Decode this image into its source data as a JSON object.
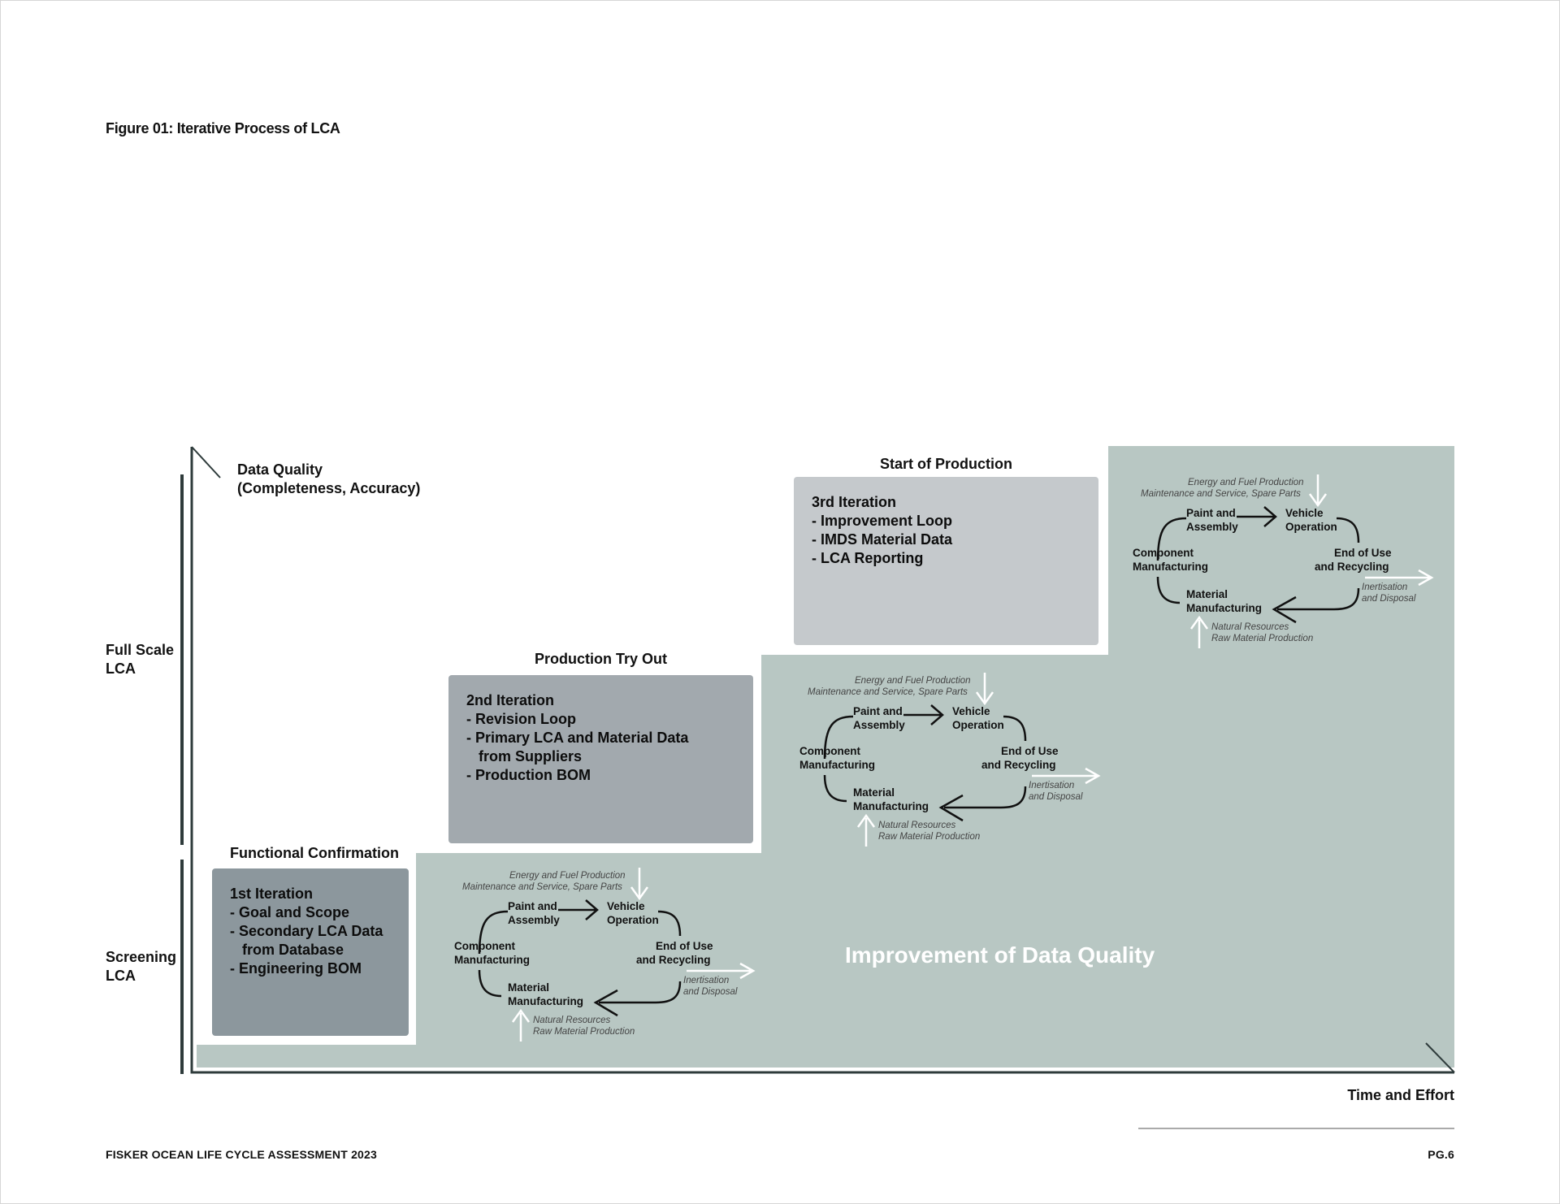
{
  "figure_title": "Figure 01: Iterative Process of LCA",
  "axes": {
    "y_title_line1": "Data Quality",
    "y_title_line2": "(Completeness, Accuracy)",
    "x_title": "Time and Effort",
    "full_scale_line1": "Full Scale",
    "full_scale_line2": "LCA",
    "screening_line1": "Screening",
    "screening_line2": "LCA"
  },
  "stages": [
    {
      "title": "Functional Confirmation",
      "lines": [
        "1st Iteration",
        "- Goal and Scope",
        "- Secondary LCA Data",
        "   from Database",
        "- Engineering BOM"
      ],
      "color": "#8c979d"
    },
    {
      "title": "Production Try Out",
      "lines": [
        "2nd Iteration",
        "- Revision Loop",
        "- Primary LCA and Material Data",
        "   from Suppliers",
        "- Production BOM"
      ],
      "color": "#a2a9ae"
    },
    {
      "title": "Start of Production",
      "lines": [
        "3rd Iteration",
        "- Improvement Loop",
        "- IMDS Material Data",
        "- LCA Reporting"
      ],
      "color": "#c5c9cc"
    }
  ],
  "cycle": {
    "energy_line1": "Energy and Fuel Production",
    "energy_line2": "Maintenance and Service, Spare Parts",
    "paint_line1": "Paint and",
    "paint_line2": "Assembly",
    "vehicle_line1": "Vehicle",
    "vehicle_line2": "Operation",
    "component_line1": "Component",
    "component_line2": "Manufacturing",
    "eou_line1": "End of Use",
    "eou_line2": "and Recycling",
    "inert_line1": "Inertisation",
    "inert_line2": "and Disposal",
    "material_line1": "Material",
    "material_line2": "Manufacturing",
    "natural_line1": "Natural Resources",
    "natural_line2": "Raw Material Production"
  },
  "improvement_label": "Improvement of Data Quality",
  "footer": {
    "left": "FISKER OCEAN LIFE CYCLE ASSESSMENT 2023",
    "right": "PG.6"
  },
  "colors": {
    "green": "#b8c7c3",
    "axis": "#2e3b3b"
  }
}
